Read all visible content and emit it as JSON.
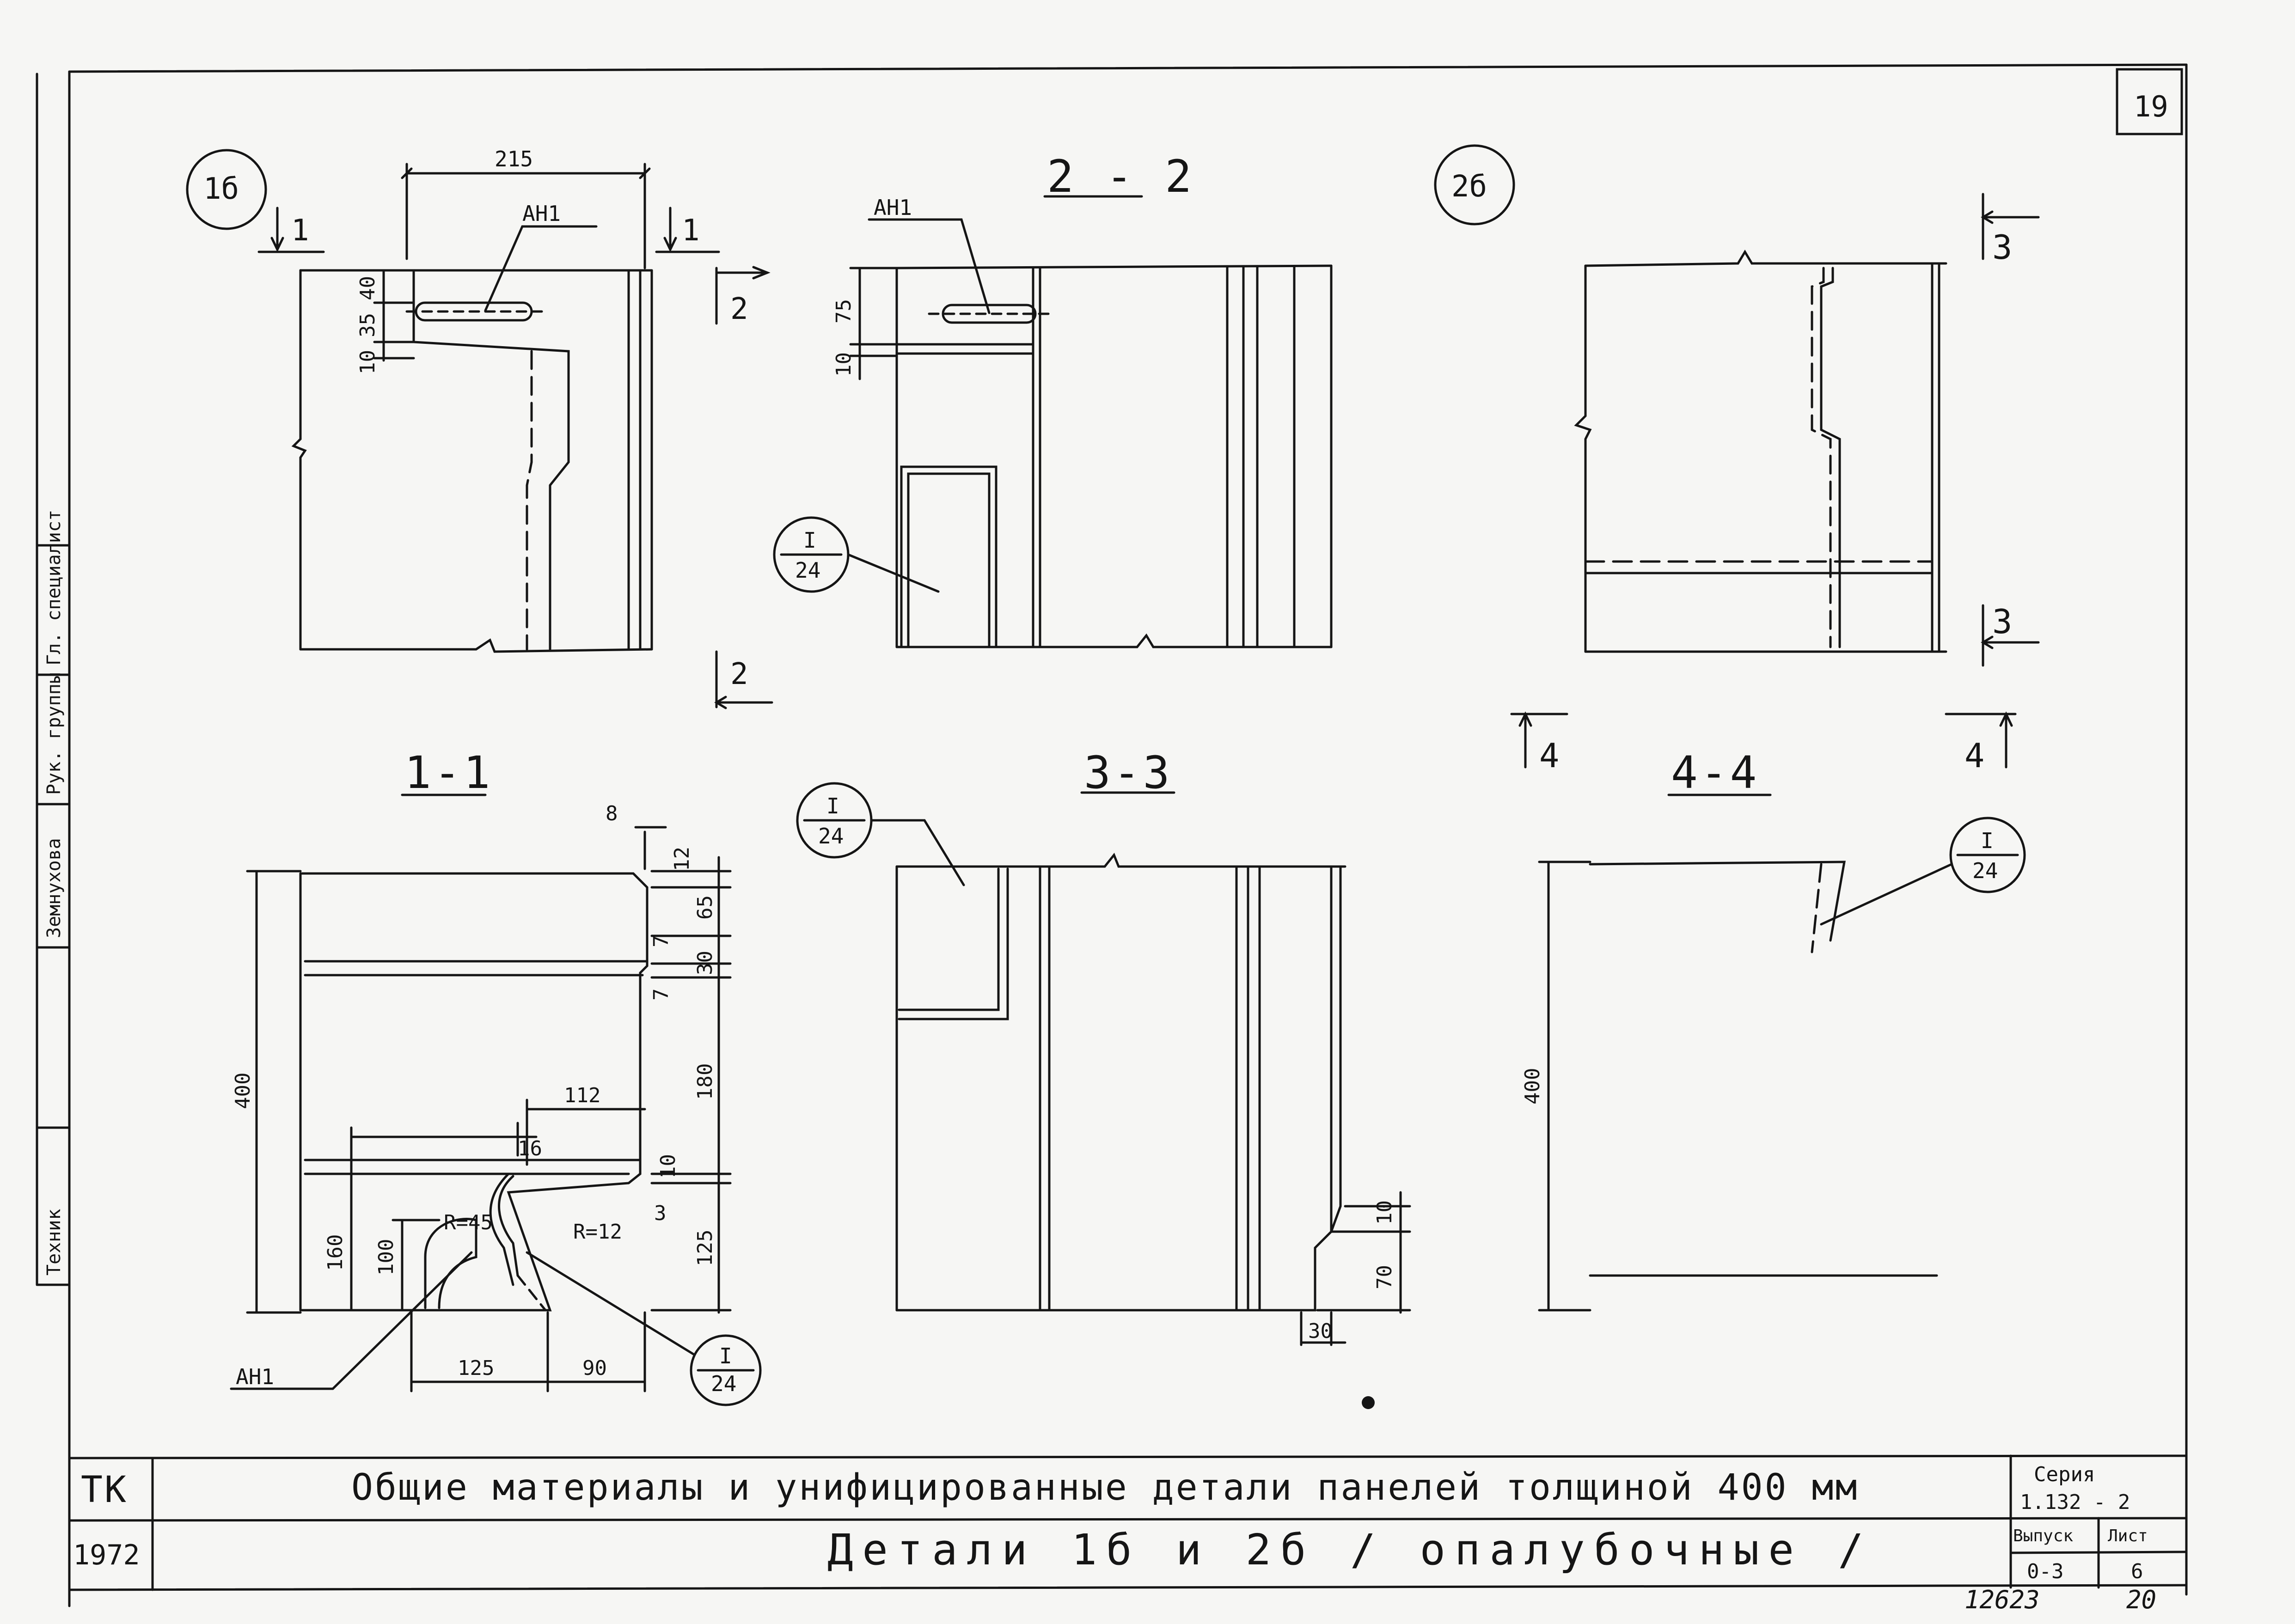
{
  "sheet_number": "19",
  "views": {
    "detail_1b": {
      "mark": "1б",
      "dim_width": "215",
      "rebar": "АН1",
      "cut_1": "1",
      "cut_2": "2",
      "dims_vertical": [
        "40",
        "35",
        "10"
      ]
    },
    "section_2_2": {
      "title": "2 - 2",
      "rebar": "АН1",
      "dims_vertical": [
        "75",
        "10"
      ],
      "callout_top": "I",
      "callout_bottom": "24"
    },
    "detail_2b": {
      "mark": "2б",
      "cut_3": "3",
      "cut_4": "4"
    },
    "section_1_1": {
      "title": "1-1",
      "total_height": "400",
      "right_dims": [
        "12",
        "65",
        "7",
        "30",
        "7",
        "180",
        "10",
        "3",
        "125"
      ],
      "top_dim": "8",
      "dim_112": "112",
      "dim_16": "16",
      "radius_1": "R=45",
      "radius_2": "R=12",
      "dim_160": "160",
      "dim_100": "100",
      "bottom_dims": [
        "125",
        "90"
      ],
      "rebar": "АН1",
      "callout_top": "I",
      "callout_bottom": "24"
    },
    "section_3_3": {
      "title": "3-3",
      "callout_top": "I",
      "callout_bottom": "24",
      "right_dims": [
        "10",
        "70"
      ],
      "bottom_dim": "30"
    },
    "section_4_4": {
      "title": "4-4",
      "total_height": "400",
      "callout_top": "I",
      "callout_bottom": "24"
    }
  },
  "title_block": {
    "org": "ТК",
    "year": "1972",
    "line1": "Общие материалы и унифицированные детали панелей толщиной 400 мм",
    "line2": "Детали 1б и 2б / опалубочные /",
    "series_label": "Серия",
    "series_value": "1.132 - 2",
    "issue_label": "Выпуск",
    "issue_value": "0-3",
    "sheet_label": "Лист",
    "sheet_value": "6"
  },
  "side_strip": {
    "roles": [
      "Техник",
      "Рук. группы",
      "Гл. специалист"
    ],
    "names": [
      "Земнухова"
    ]
  },
  "footer_notes": [
    "12623",
    "20"
  ]
}
